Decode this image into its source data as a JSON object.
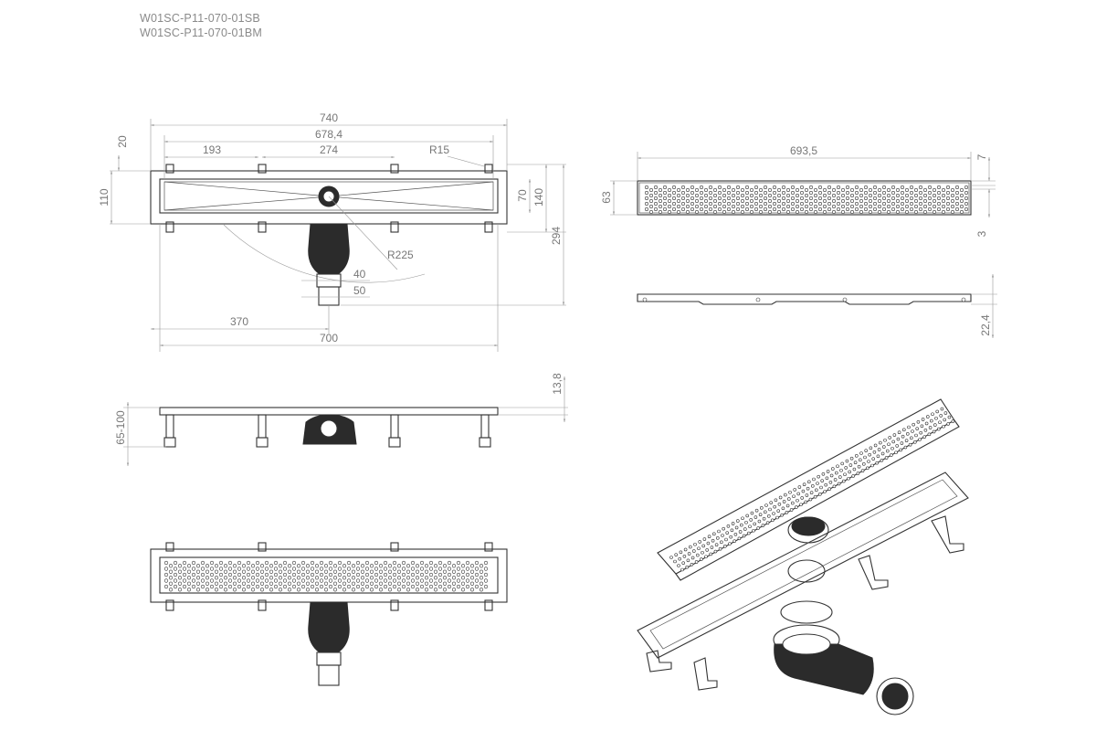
{
  "model_codes": [
    "W01SC-P11-070-01SB",
    "W01SC-P11-070-01BM"
  ],
  "dimensions": {
    "top_view": {
      "overall_length": "740",
      "grate_length": "678,4",
      "left_offset": "193",
      "mid_offset": "274",
      "radius_corner": "R15",
      "flange": "20",
      "body_height": "110",
      "channel_width": "70",
      "overall_width": "140",
      "outlet_length": "294",
      "swing_radius": "R225",
      "outlet_diameter_inner": "40",
      "outlet_diameter_outer": "50",
      "outlet_position": "370",
      "channel_length": "700"
    },
    "grate_view": {
      "grate_length": "693,5",
      "grate_width": "63",
      "grate_depth": "7",
      "grate_thickness": "3"
    },
    "grate_side": {
      "height": "22,4"
    },
    "side_view": {
      "leg_height": "65-100",
      "frame_height": "13,8"
    }
  }
}
